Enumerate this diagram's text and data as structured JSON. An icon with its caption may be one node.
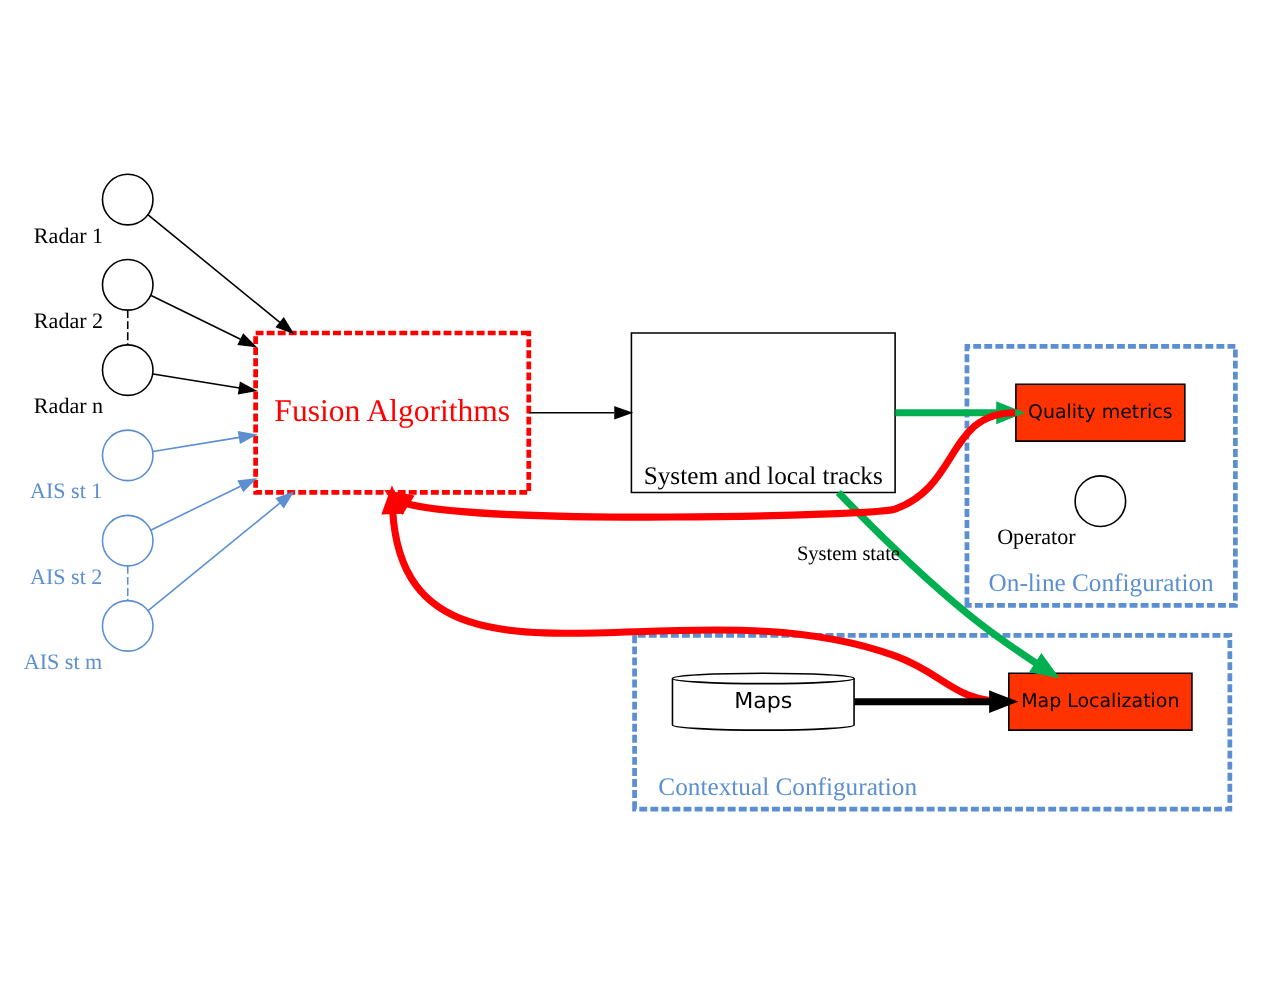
{
  "diagram": {
    "nodes": [
      {
        "text": [],
        "shape": "circle",
        "beside": [
          "Radar 1"
        ]
      },
      {
        "text": [],
        "shape": "circle",
        "beside": [
          "Radar 2"
        ]
      },
      {
        "text": [],
        "shape": "circle",
        "beside": [
          "Radar n"
        ]
      },
      {
        "text": [],
        "shape": "circle",
        "beside": [
          "AIS st 1"
        ]
      },
      {
        "text": [],
        "shape": "circle",
        "beside": [
          "AIS st 2"
        ]
      },
      {
        "text": [],
        "shape": "circle",
        "beside": [
          "AIS st m"
        ]
      },
      {
        "text": [
          "Fusion Algorithms"
        ]
      },
      {
        "text": [
          "System and local tracks"
        ]
      },
      {
        "text": [
          "On-line Configuration"
        ]
      },
      {
        "text": [
          "Quality metrics"
        ],
        "in": 8
      },
      {
        "text": [],
        "shape": "circle",
        "beside": [
          "Operator"
        ],
        "in": 8
      },
      {
        "text": [
          "Contextual Configuration"
        ]
      },
      {
        "text": [
          "Map Localization"
        ],
        "in": 11
      },
      {
        "text": [
          "Maps"
        ],
        "in": 11
      }
    ],
    "edges": [
      {
        "from": 0,
        "to": 6,
        "arrow": "to"
      },
      {
        "from": 1,
        "to": 6,
        "arrow": "to"
      },
      {
        "from": 2,
        "to": 6,
        "arrow": "to"
      },
      {
        "from": 3,
        "to": 6,
        "arrow": "to",
        "color": "#5b8fd1"
      },
      {
        "from": 4,
        "to": 6,
        "arrow": "to",
        "color": "#5b8fd1"
      },
      {
        "from": 5,
        "to": 6,
        "arrow": "to",
        "color": "#5b8fd1"
      },
      {
        "from": 1,
        "to": 2,
        "arrow": "none",
        "style": "dashed"
      },
      {
        "from": 4,
        "to": 5,
        "arrow": "none",
        "style": "dashed",
        "color": "#5b8fd1"
      },
      {
        "from": 6,
        "to": 7,
        "arrow": "to"
      },
      {
        "from": 9,
        "to": 6,
        "arrow": "to",
        "style": "thick",
        "color": "#ff0000"
      },
      {
        "from": 12,
        "to": 6,
        "arrow": "to",
        "style": "thick",
        "color": "#ff0000"
      },
      {
        "from": 7,
        "to": 9,
        "arrow": "to",
        "style": "thick",
        "color": "#00b050"
      },
      {
        "from": 7,
        "to": 12,
        "arrow": "to",
        "style": "thick",
        "color": "#00b050",
        "label": "System state"
      },
      {
        "from": 13,
        "to": 12,
        "arrow": "to",
        "style": "thick"
      }
    ]
  }
}
